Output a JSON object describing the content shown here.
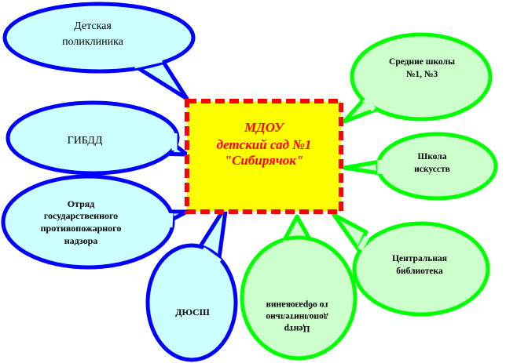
{
  "center": {
    "lines": [
      "МДОУ",
      "детский сад №1",
      "\"Сибирячок\""
    ],
    "fill": "#ffff00",
    "border_color": "#ff0000",
    "text_color": "#ff0000"
  },
  "partners_blue": {
    "fill": "#ccffff",
    "stroke": "#0000ff",
    "items": [
      {
        "lines": [
          "Детская",
          "поликлиника"
        ]
      },
      {
        "lines": [
          "ГИБДД"
        ]
      },
      {
        "lines": [
          "Отряд",
          "государственного",
          "противопожарного",
          "надзора"
        ]
      },
      {
        "lines": [
          "ДЮСШ"
        ]
      }
    ]
  },
  "partners_green": {
    "fill": "#ccffcc",
    "stroke": "#00ff00",
    "items": [
      {
        "lines": [
          "Средние школы",
          "№1, №3"
        ]
      },
      {
        "lines": [
          "Школа",
          "искусств"
        ]
      },
      {
        "lines": [
          "Центральная",
          "библиотека"
        ]
      },
      {
        "lines": [
          "Центр",
          "дополнительно",
          "го образования"
        ],
        "rotated": true
      }
    ]
  }
}
